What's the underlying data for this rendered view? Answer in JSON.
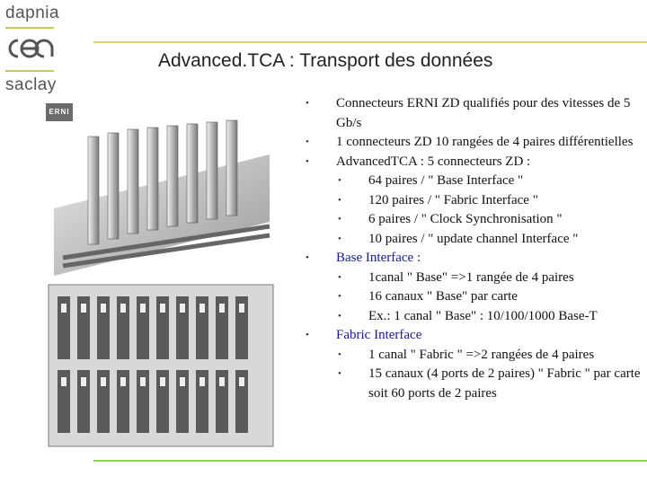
{
  "logo": {
    "top_text": "dapnia",
    "bottom_text": "saclay",
    "mark_name": "cea-logo"
  },
  "title": "Advanced.TCA : Transport des données",
  "photo": {
    "brand_text": "ERNI"
  },
  "bullets": [
    {
      "text": "Connecteurs ERNI ZD qualifiés pour des vitesses de 5 Gb/s",
      "sub": []
    },
    {
      "text": "1 connecteurs ZD 10 rangées de 4 paires différentielles",
      "sub": []
    },
    {
      "text": "AdvancedTCA  : 5 connecteurs ZD :",
      "sub": [
        "64 paires /  \" Base Interface  \"",
        "120 paires /  \" Fabric  Interface \"",
        "6 paires /  \" Clock  Synchronisation  \"",
        "10 paires /  \" update  channel  Interface  \""
      ]
    },
    {
      "text": "Base Interface  :",
      "sub": [
        "1canal  \" Base\"  =>1 rangée de 4 paires",
        "16 canaux  \" Base\"  par carte",
        "Ex.: 1 canal  \" Base\" : 10/100/1000 Base-T"
      ]
    },
    {
      "text": "Fabric  Interface",
      "sub": [
        "1 canal  \" Fabric \"  =>2 rangées de 4 paires",
        "15 canaux (4 ports de 2 paires)  \" Fabric \"  par carte soit 60 ports de 2 paires"
      ]
    }
  ],
  "colors": {
    "accent_text": "#151a8c",
    "title_rule": "#d8d27a",
    "bottom_rule": "#8fd14f"
  }
}
